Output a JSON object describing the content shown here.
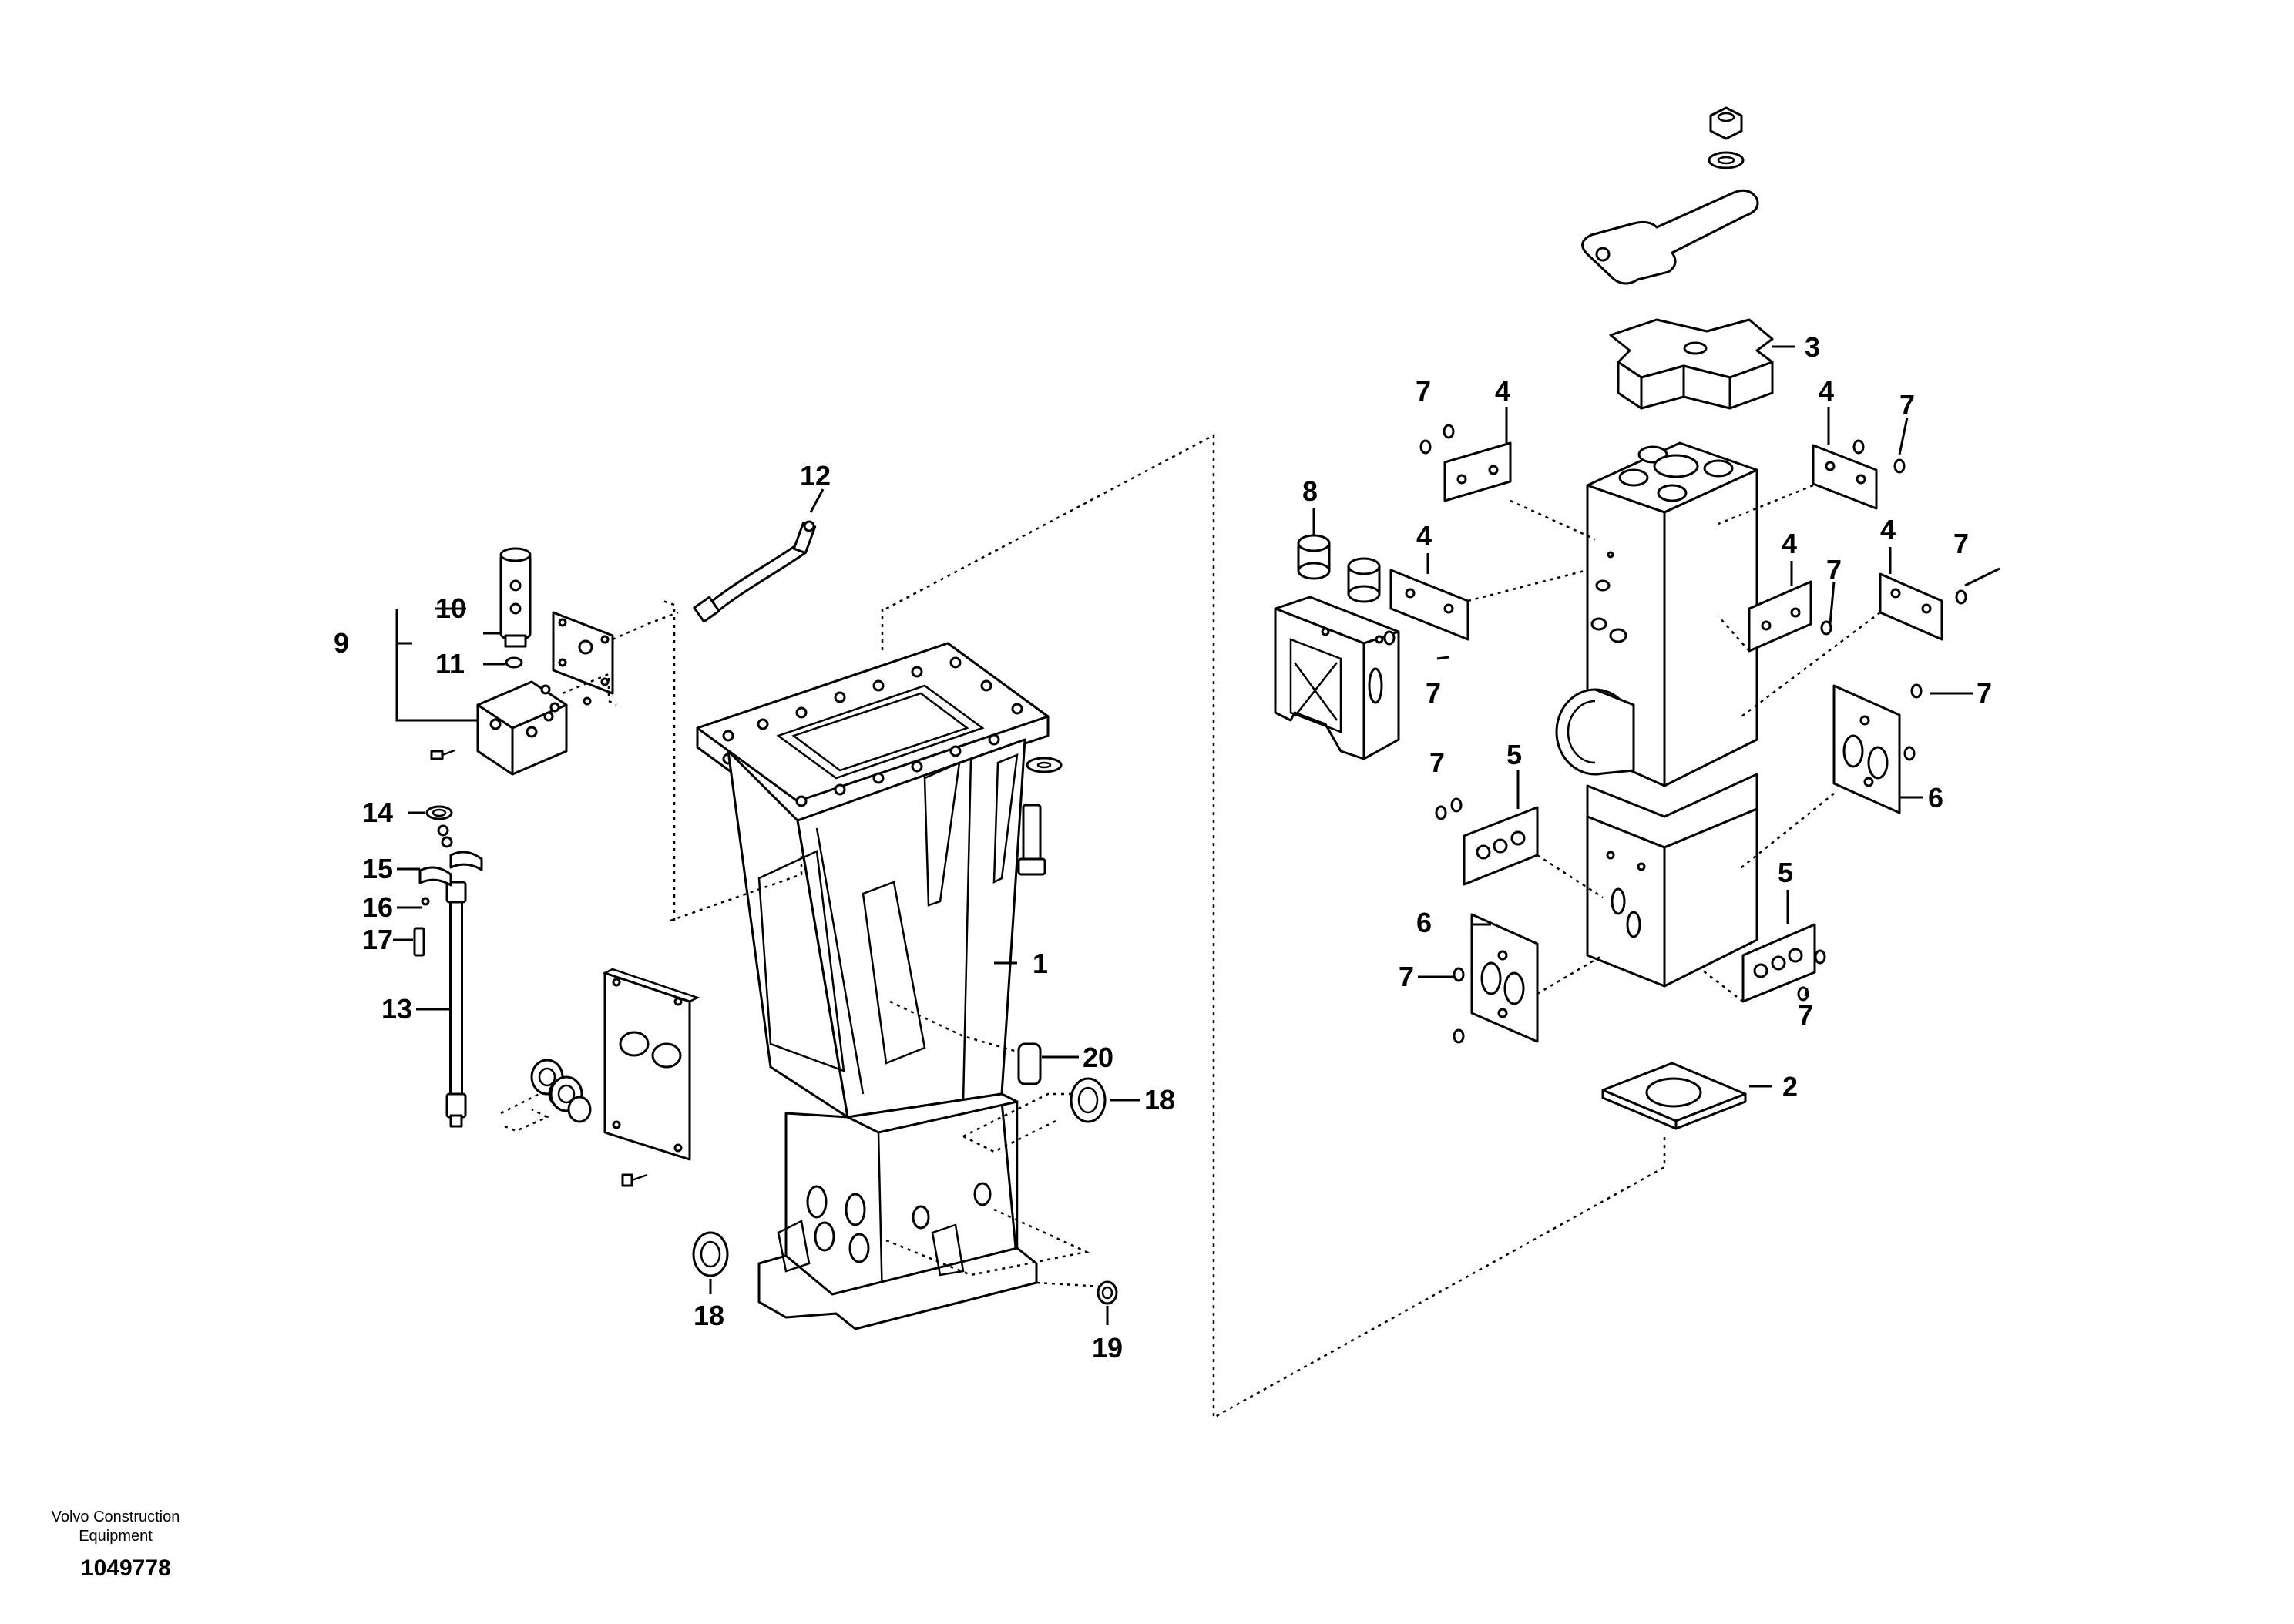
{
  "diagram": {
    "callouts": [
      "1",
      "2",
      "3",
      "4",
      "4",
      "4",
      "4",
      "4",
      "5",
      "5",
      "6",
      "6",
      "7",
      "7",
      "7",
      "7",
      "7",
      "7",
      "7",
      "7",
      "7",
      "8",
      "9",
      "10",
      "11",
      "12",
      "13",
      "14",
      "15",
      "16",
      "17",
      "18",
      "18",
      "19",
      "20"
    ]
  },
  "footer": {
    "brand_line1": "Volvo Construction",
    "brand_line2": "Equipment",
    "drawing_number": "1049778"
  }
}
